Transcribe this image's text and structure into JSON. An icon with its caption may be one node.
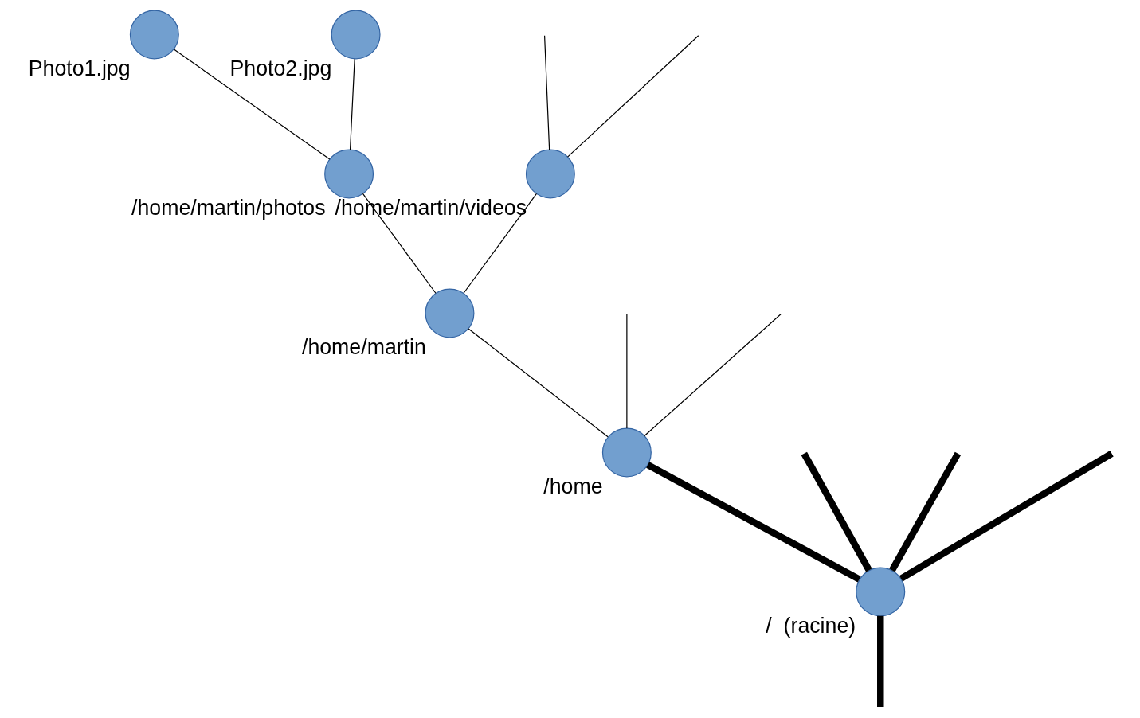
{
  "diagram": {
    "nodes": [
      {
        "text": [],
        "shape": "circle",
        "beside": [
          "Photo1.jpg"
        ]
      },
      {
        "text": [],
        "shape": "circle",
        "beside": [
          "Photo2.jpg"
        ]
      },
      {
        "text": [],
        "shape": "circle",
        "beside": [
          "/home/martin/photos"
        ]
      },
      {
        "text": [],
        "shape": "circle",
        "beside": [
          "/home/martin/videos"
        ]
      },
      {
        "text": [],
        "shape": "circle",
        "beside": [
          "/home/martin"
        ]
      },
      {
        "text": [],
        "shape": "circle",
        "beside": [
          "/home"
        ]
      },
      {
        "text": [],
        "shape": "circle",
        "beside": [
          "/  (racine)"
        ]
      }
    ],
    "edges": [
      {
        "from": 2,
        "to": 0,
        "arrow": "none"
      },
      {
        "from": 2,
        "to": 1,
        "arrow": "none"
      },
      {
        "from": 3,
        "to": null,
        "arrow": "none"
      },
      {
        "from": 3,
        "to": null,
        "arrow": "none"
      },
      {
        "from": 4,
        "to": 2,
        "arrow": "none"
      },
      {
        "from": 4,
        "to": 3,
        "arrow": "none"
      },
      {
        "from": 5,
        "to": null,
        "arrow": "none"
      },
      {
        "from": 5,
        "to": null,
        "arrow": "none"
      },
      {
        "from": 5,
        "to": 4,
        "arrow": "none"
      },
      {
        "from": 6,
        "to": null,
        "arrow": "none",
        "style": "thick"
      },
      {
        "from": 6,
        "to": null,
        "arrow": "none",
        "style": "thick"
      },
      {
        "from": 6,
        "to": 5,
        "arrow": "none",
        "style": "thick"
      },
      {
        "from": 6,
        "to": null,
        "arrow": "none",
        "style": "thick"
      },
      {
        "from": 6,
        "to": null,
        "arrow": "none",
        "style": "thick"
      }
    ]
  }
}
